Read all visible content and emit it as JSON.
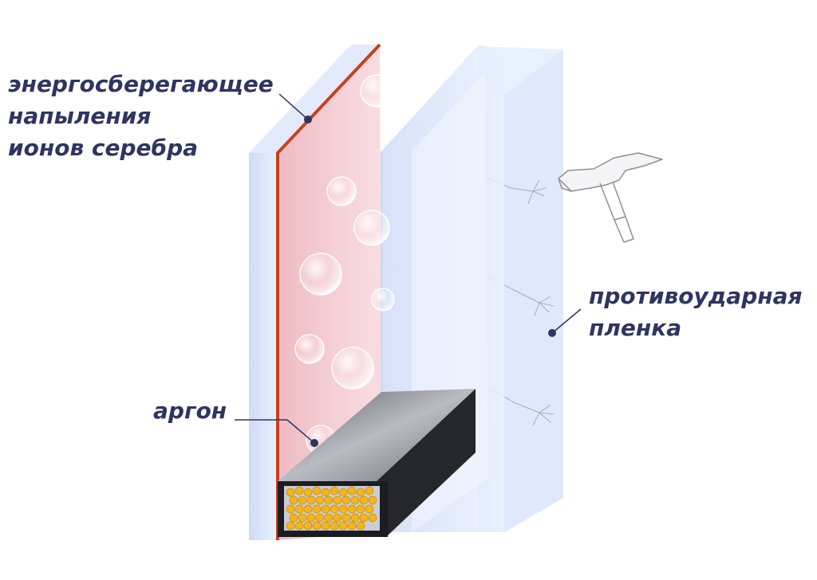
{
  "labels": {
    "coating": {
      "lines": [
        "энергосберегающее",
        "напыления",
        "ионов серебра"
      ]
    },
    "argon": "аргон",
    "film": {
      "lines": [
        "противоударная",
        "пленка"
      ]
    }
  },
  "colors": {
    "text": "#2f3560",
    "coating_edge": "#c9401e",
    "coated_pane": "#f0c4cb",
    "glass": "#dfe8fb",
    "film": "#e4ecfc",
    "spacer": "#1c1c22",
    "desiccant": "#f2b51c"
  }
}
